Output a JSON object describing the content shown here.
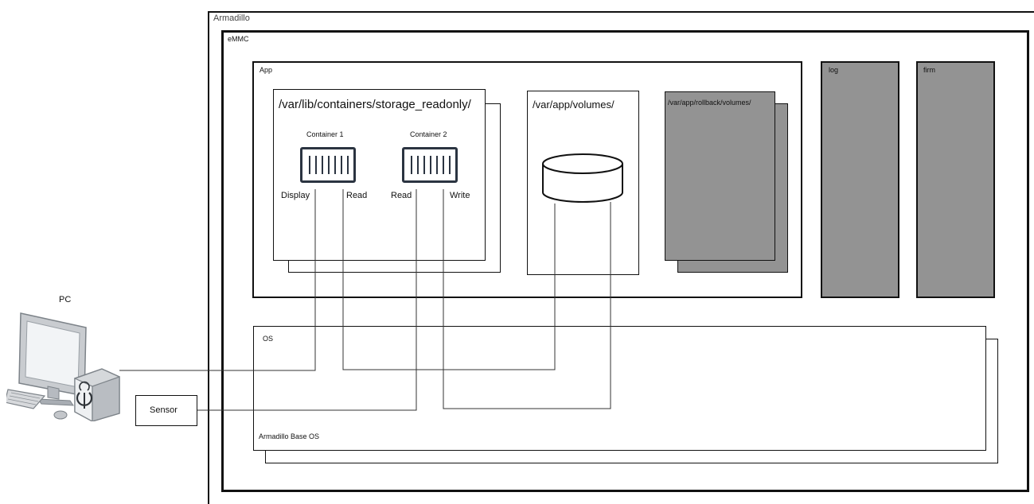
{
  "diagram": {
    "armadillo": "Armadillo",
    "emmc": "eMMC",
    "app": "App",
    "storage_readonly": "/var/lib/containers/storage_readonly/",
    "container1": {
      "title": "Container 1",
      "left_label": "Display",
      "right_label": "Read"
    },
    "container2": {
      "title": "Container 2",
      "left_label": "Read",
      "right_label": "Write"
    },
    "volumes": "/var/app/volumes/",
    "rollback": "/var/app/rollback/volumes/",
    "log": "log",
    "firm": "firm",
    "os": "OS",
    "base_os": "Armadillo Base OS",
    "pc": "PC",
    "sensor": "Sensor"
  },
  "colors": {
    "gray_fill": "#939393",
    "border": "#111111",
    "container_border": "#2b3441"
  }
}
